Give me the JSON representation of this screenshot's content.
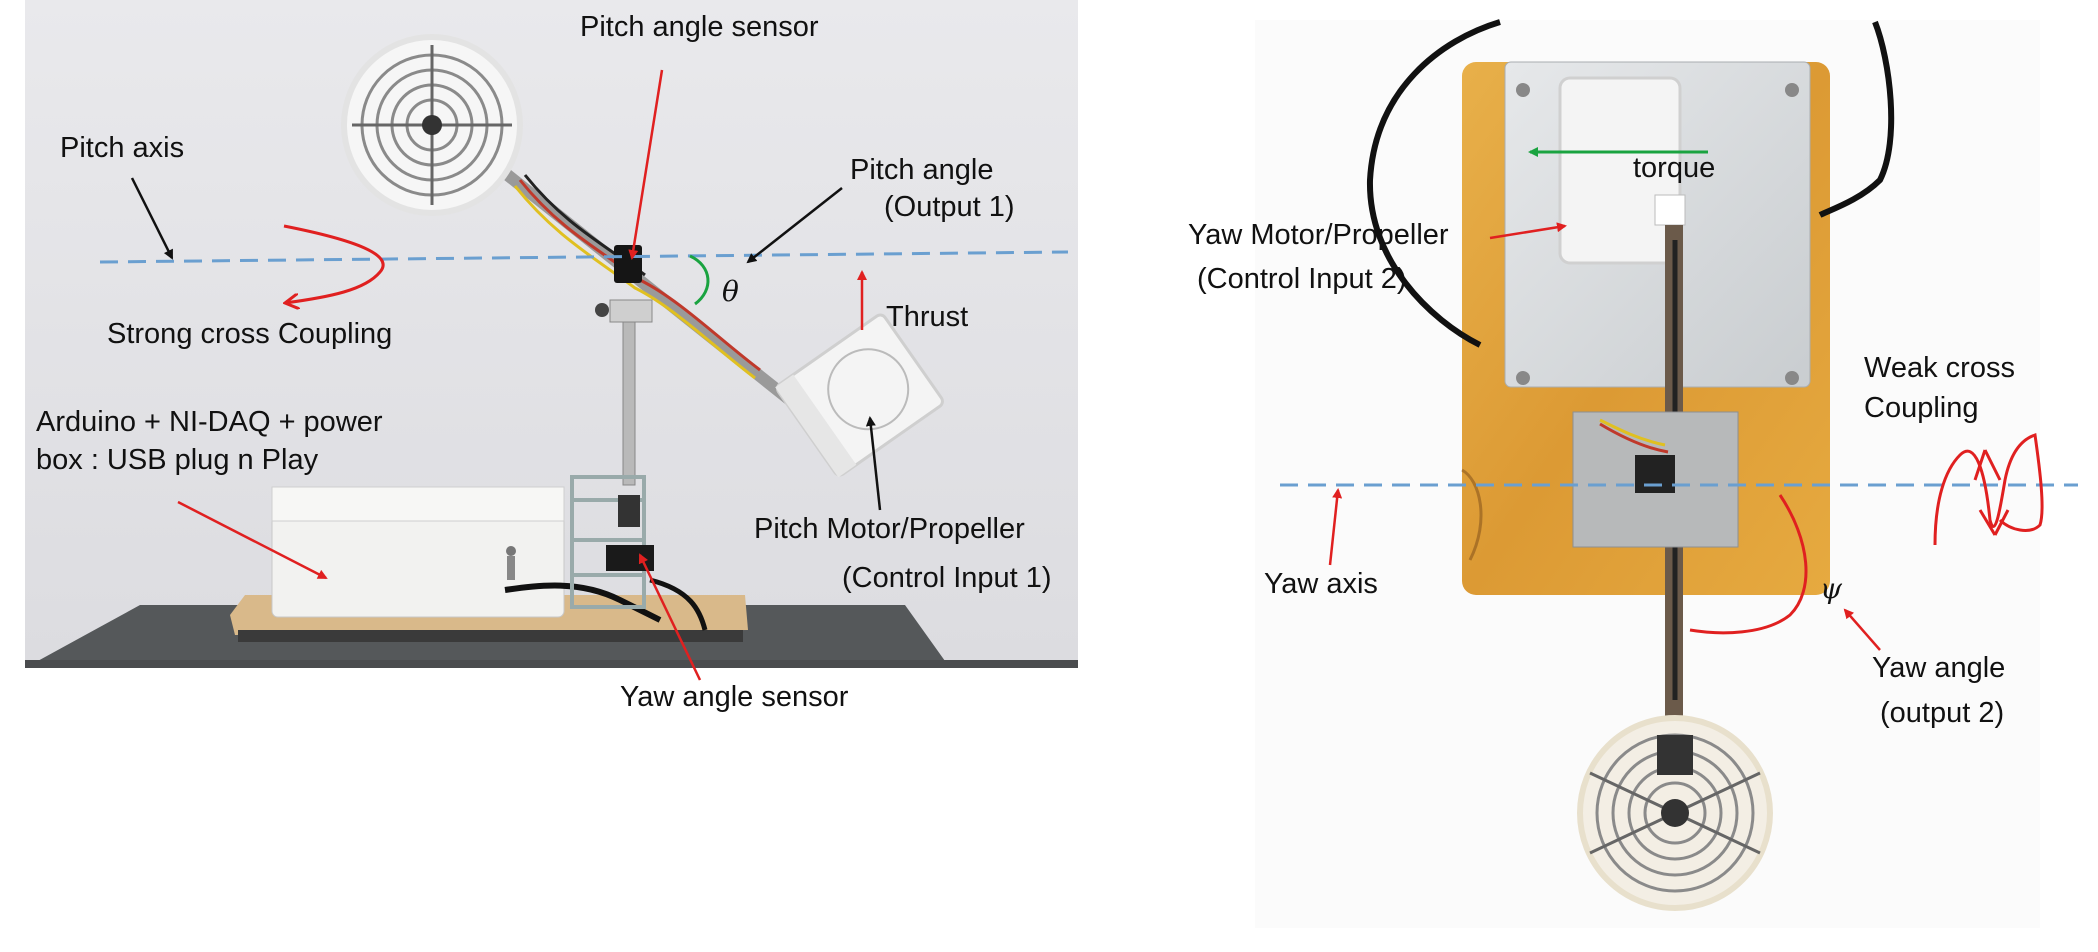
{
  "labels": {
    "pitch_angle_sensor": "Pitch angle sensor",
    "pitch_axis": "Pitch axis",
    "pitch_angle_line1": "Pitch angle",
    "pitch_angle_line2": "(Output 1)",
    "thrust": "Thrust",
    "strong_cross_coupling": "Strong cross Coupling",
    "arduino_line1": "Arduino + NI-DAQ + power",
    "arduino_line2": "box : USB plug n Play",
    "pitch_motor_line1": "Pitch Motor/Propeller",
    "pitch_motor_line2": "(Control Input 1)",
    "yaw_angle_sensor": "Yaw angle sensor",
    "torque": "torque",
    "yaw_motor_line1": "Yaw Motor/Propeller",
    "yaw_motor_line2": "(Control Input 2)",
    "weak_cross_line1": "Weak cross",
    "weak_cross_line2": "Coupling",
    "yaw_axis": "Yaw axis",
    "yaw_angle_line1": "Yaw angle",
    "yaw_angle_line2": "(output 2)"
  },
  "symbols": {
    "theta": "θ",
    "psi": "ψ"
  },
  "colors": {
    "axis_dashed": "#6a9fd0",
    "red_arrow": "#e02020",
    "green_arrow": "#1aa340",
    "black_arrow": "#111111",
    "wood": "#e3a43c",
    "plate": "#d9dde0"
  },
  "icons": [
    "fan-guard-icon",
    "motor-icon",
    "sensor-icon"
  ]
}
